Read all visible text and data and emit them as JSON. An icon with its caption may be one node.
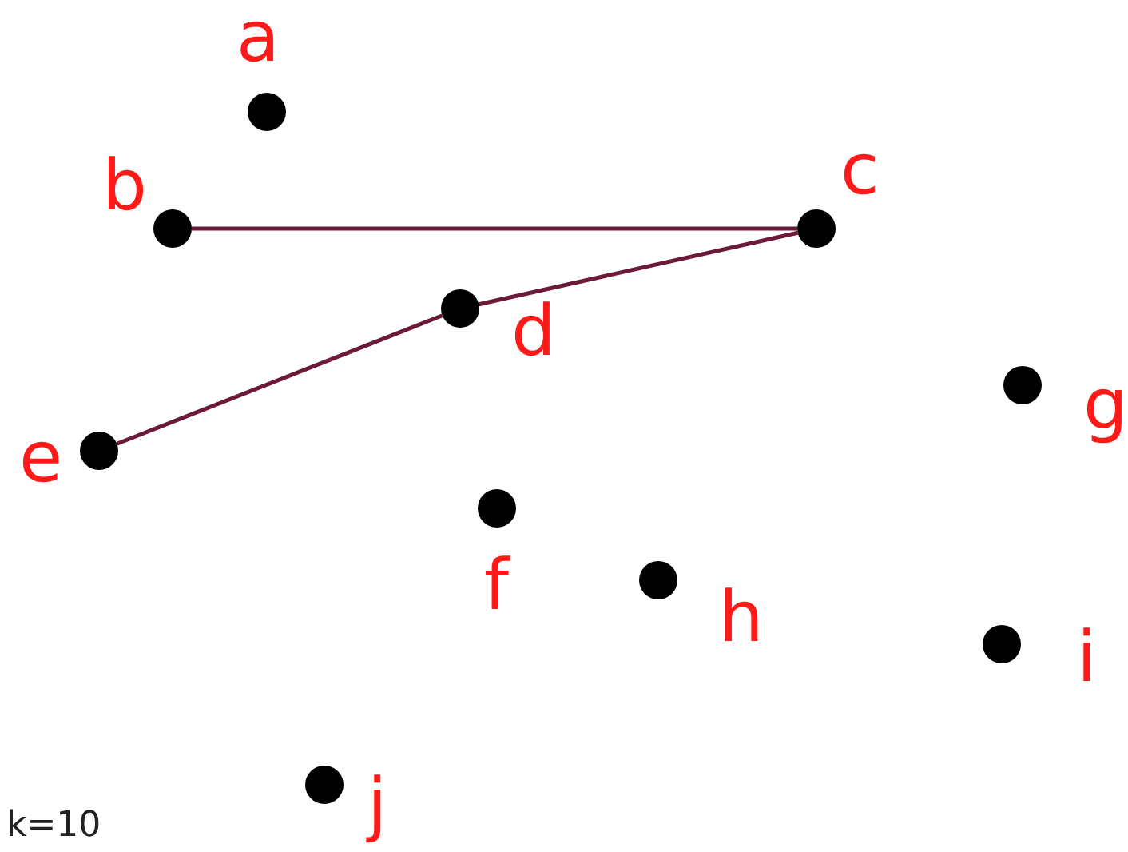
{
  "diagram": {
    "nodes": [
      {
        "text": [],
        "shape": "circle",
        "beside": [
          "a"
        ]
      },
      {
        "text": [],
        "shape": "circle",
        "beside": [
          "b"
        ]
      },
      {
        "text": [],
        "shape": "circle",
        "beside": [
          "c"
        ]
      },
      {
        "text": [],
        "shape": "circle",
        "beside": [
          "d"
        ]
      },
      {
        "text": [],
        "shape": "circle",
        "beside": [
          "e"
        ]
      },
      {
        "text": [],
        "shape": "circle",
        "beside": [
          "f"
        ]
      },
      {
        "text": [],
        "shape": "circle",
        "beside": [
          "g"
        ]
      },
      {
        "text": [],
        "shape": "circle",
        "beside": [
          "h"
        ]
      },
      {
        "text": [],
        "shape": "circle",
        "beside": [
          "i"
        ]
      },
      {
        "text": [],
        "shape": "circle",
        "beside": [
          "j"
        ]
      }
    ],
    "edges": [
      {
        "from": 1,
        "to": 2,
        "arrow": "none"
      },
      {
        "from": 2,
        "to": 3,
        "arrow": "none"
      },
      {
        "from": 3,
        "to": 4,
        "arrow": "none"
      }
    ],
    "labels": [
      "k=10"
    ]
  }
}
